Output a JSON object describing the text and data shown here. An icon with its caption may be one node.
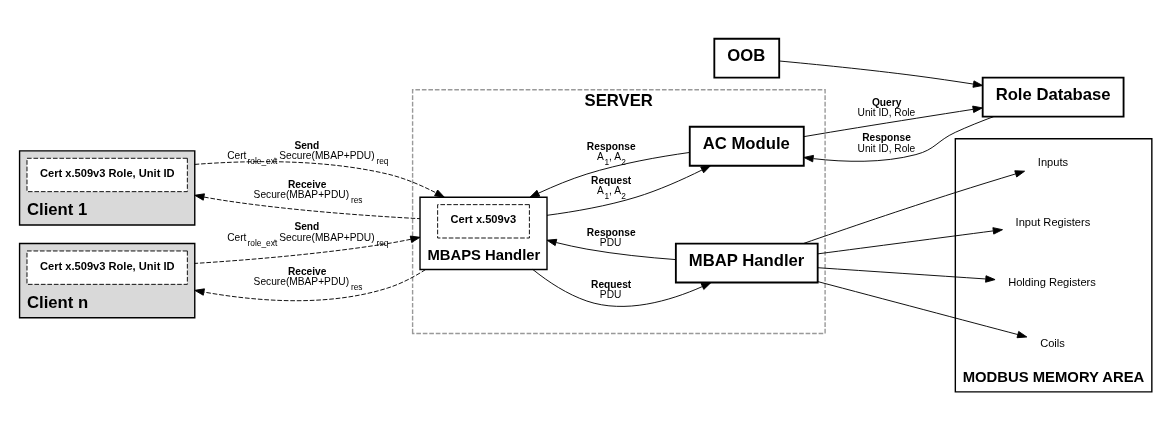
{
  "diagram": {
    "nodes": [
      {
        "text": [
          "Client 1"
        ]
      },
      {
        "text": [
          "Cert x.509v3 Role, Unit ID"
        ],
        "in": 0
      },
      {
        "text": [
          "SERVER"
        ]
      },
      {
        "text": [
          "MBAPS Handler"
        ],
        "in": 2
      },
      {
        "text": [
          "Cert x.509v3"
        ],
        "in": 3
      },
      {
        "text": [
          "AC Module"
        ],
        "in": 2
      },
      {
        "text": [
          "MBAP Handler"
        ],
        "in": 2
      },
      {
        "text": [
          "MODBUS MEMORY AREA"
        ]
      },
      {
        "text": [
          "Coils"
        ],
        "in": 7
      },
      {
        "text": [
          "Inputs"
        ],
        "in": 7
      },
      {
        "text": [
          "Input Registers"
        ],
        "in": 7
      },
      {
        "text": [
          "Holding Registers"
        ],
        "in": 7
      },
      {
        "text": [
          "Client n"
        ]
      },
      {
        "text": [
          "Cert x.509v3 Role, Unit ID"
        ],
        "in": 12
      },
      {
        "text": [
          "OOB"
        ]
      },
      {
        "text": [
          "Role Database"
        ]
      }
    ],
    "edges": [
      {
        "from": 0,
        "to": 3,
        "arrow": "to",
        "style": "dashed",
        "label": "**Send** Cert$_{role_ext}$, Secure(MBAP+PDU)$_{req}$"
      },
      {
        "from": 3,
        "to": 0,
        "arrow": "to",
        "style": "dashed",
        "label": "**Receive** Secure(MBAP+PDU)$_{res}$"
      },
      {
        "from": 12,
        "to": 3,
        "arrow": "to",
        "style": "dashed",
        "label": "**Send** Cert$_{role_ext}$, Secure(MBAP+PDU)$_{req}$"
      },
      {
        "from": 3,
        "to": 12,
        "arrow": "to",
        "style": "dashed",
        "label": "**Receive** Secure(MBAP+PDU)$_{res}$"
      },
      {
        "from": 3,
        "to": 5,
        "arrow": "to",
        "label": "**Request** A$_{1}$, A$_{2}$"
      },
      {
        "from": 5,
        "to": 3,
        "arrow": "to",
        "label": "**Response** A$_{1}$, A$_{2}$"
      },
      {
        "from": 3,
        "to": 6,
        "arrow": "to",
        "label": "**Request** PDU"
      },
      {
        "from": 6,
        "to": 3,
        "arrow": "to",
        "label": "**Response** PDU"
      },
      {
        "from": 6,
        "to": 8,
        "arrow": "to"
      },
      {
        "from": 6,
        "to": 9,
        "arrow": "to"
      },
      {
        "from": 6,
        "to": 10,
        "arrow": "to"
      },
      {
        "from": 6,
        "to": 11,
        "arrow": "to"
      },
      {
        "from": 5,
        "to": 15,
        "arrow": "to",
        "label": "**Query** Unit ID, Role"
      },
      {
        "from": 15,
        "to": 5,
        "arrow": "to",
        "label": "**Response** Unit ID, Role"
      },
      {
        "from": 14,
        "to": 15,
        "arrow": "to"
      }
    ]
  }
}
